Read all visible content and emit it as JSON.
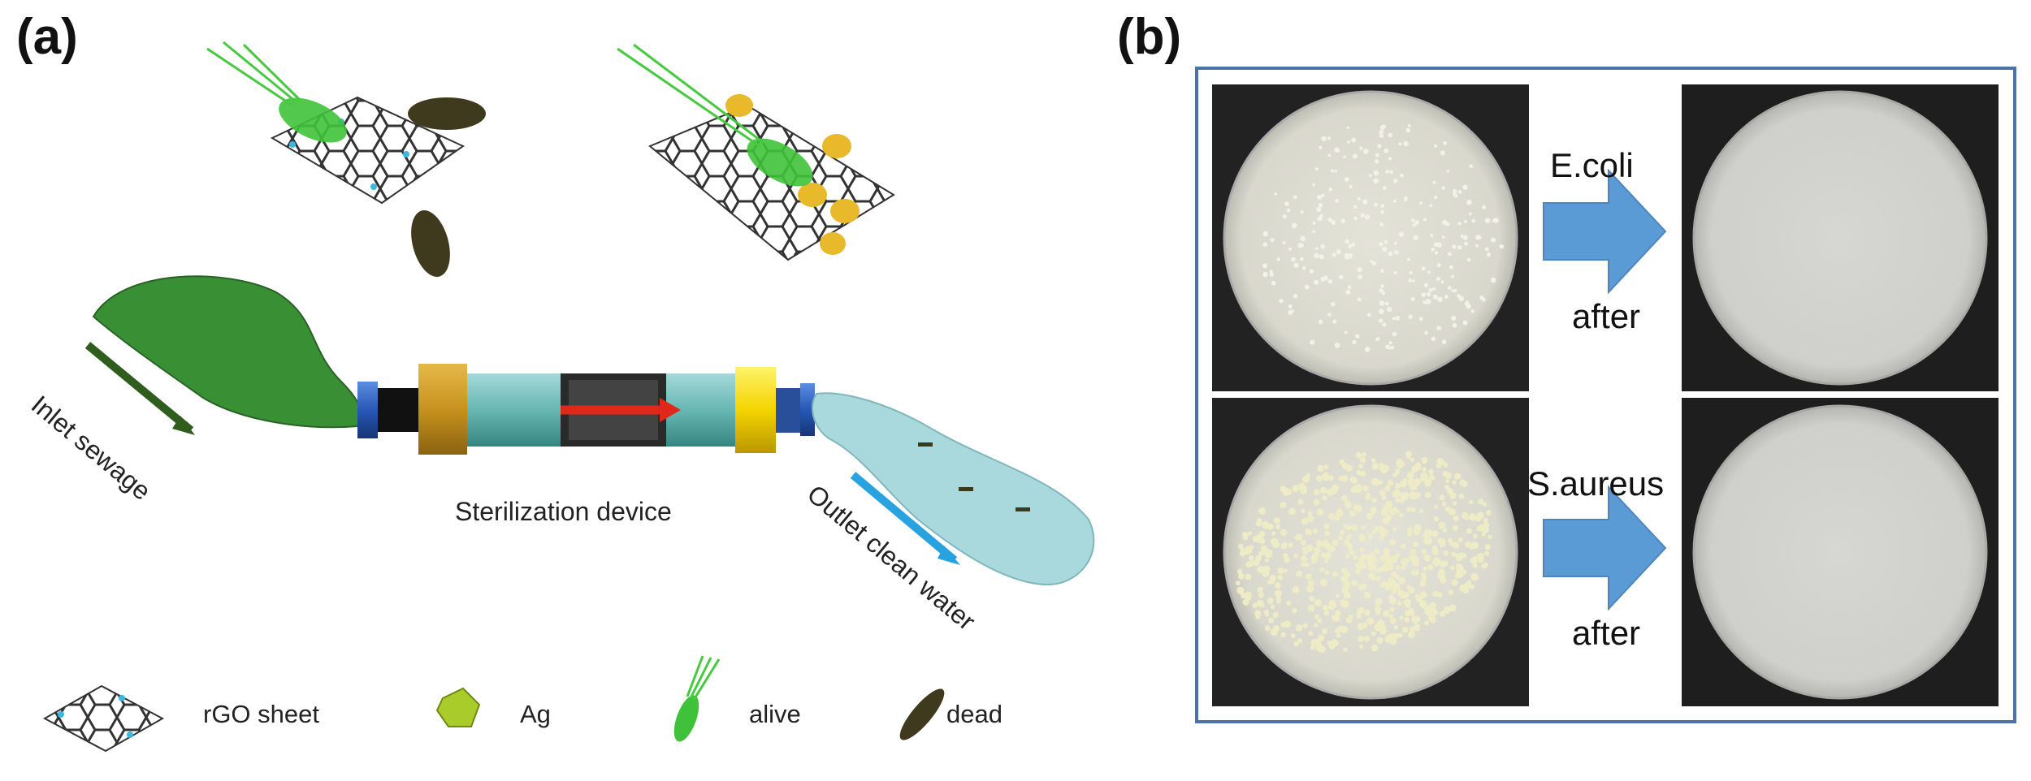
{
  "panel_a": {
    "letter": "(a)",
    "device_label": "Sterilization device",
    "inlet_label": "Inlet sewage",
    "outlet_label": "Outlet clean water",
    "legend": {
      "rgo": "rGO sheet",
      "ag": "Ag",
      "alive": "alive",
      "dead": "dead"
    }
  },
  "panel_b": {
    "letter": "(b)",
    "rows": [
      {
        "organism": "E.coli",
        "after": "after"
      },
      {
        "organism": "S.aureus",
        "after": "after"
      }
    ]
  },
  "colors": {
    "frame_border": "#4a73a8",
    "arrow_blue": "#5b9bd5",
    "sewage_green": "#2f7d2a",
    "clean_water": "#a9d9dc",
    "flow_red": "#e0281a",
    "outlet_arrow": "#29a3e0",
    "inlet_arrow": "#2f5d1e"
  }
}
